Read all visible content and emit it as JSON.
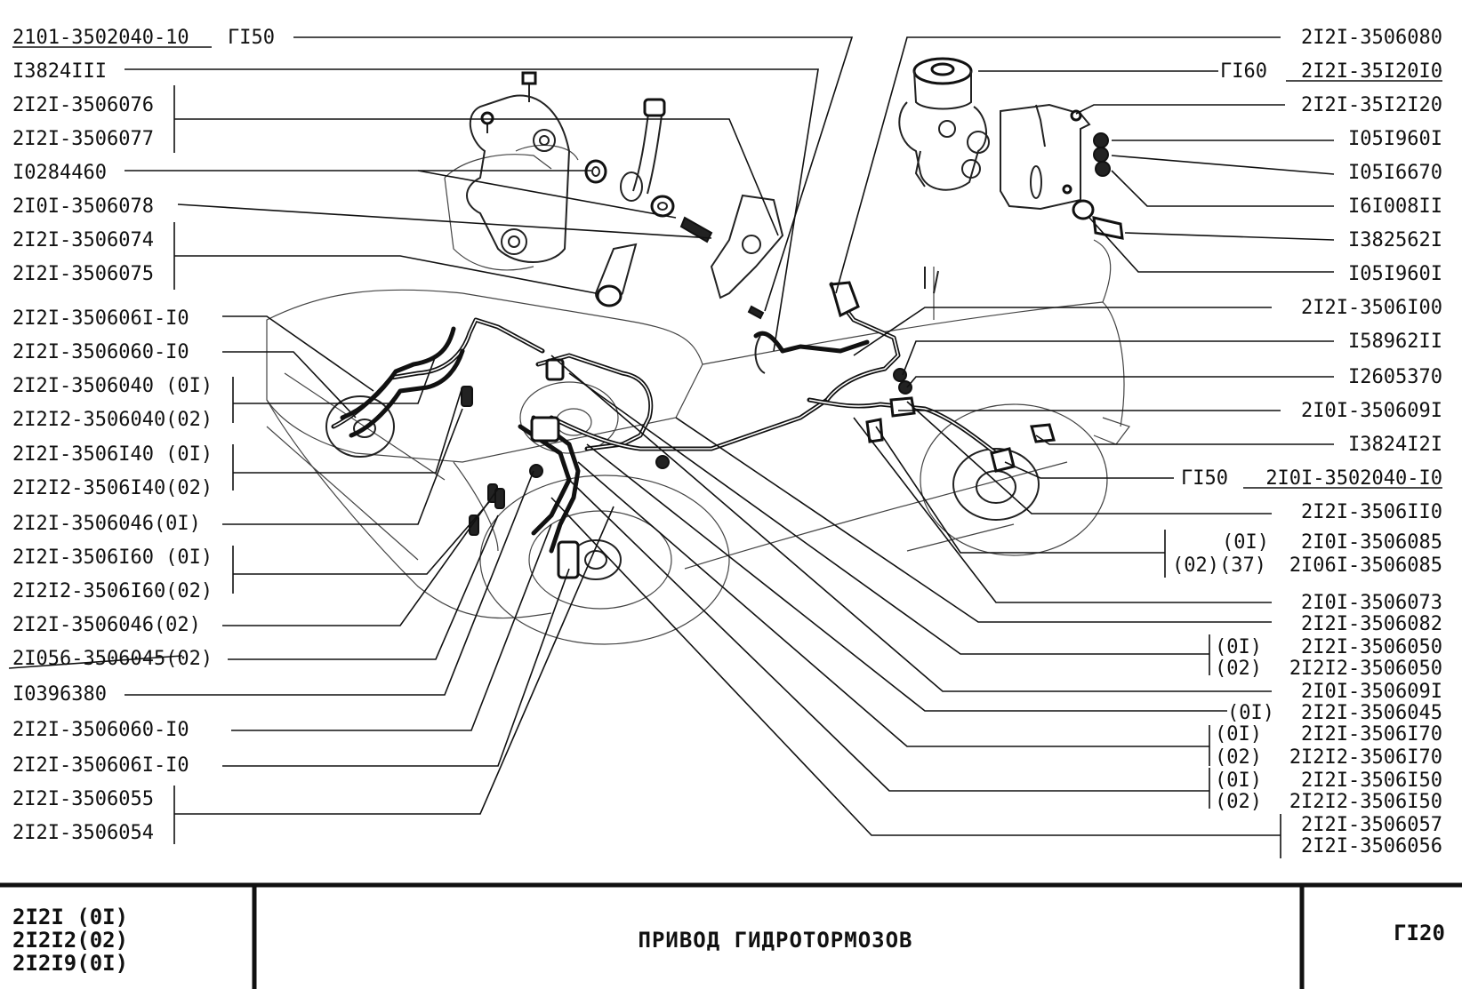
{
  "left_labels": [
    {
      "text": "2101-3502040-10",
      "extra": "ГI50"
    },
    {
      "text": "I3824III"
    },
    {
      "text": "2I2I-3506076"
    },
    {
      "text": "2I2I-3506077"
    },
    {
      "text": "I0284460"
    },
    {
      "text": "2I0I-3506078"
    },
    {
      "text": "2I2I-3506074"
    },
    {
      "text": "2I2I-3506075"
    },
    {
      "text": "2I2I-350606I-I0"
    },
    {
      "text": "2I2I-3506060-I0"
    },
    {
      "text": "2I2I-3506040 (0I)"
    },
    {
      "text": "2I2I2-3506040(02)"
    },
    {
      "text": "2I2I-3506I40 (0I)"
    },
    {
      "text": "2I2I2-3506I40(02)"
    },
    {
      "text": "2I2I-3506046(0I)"
    },
    {
      "text": "2I2I-3506I60 (0I)"
    },
    {
      "text": "2I2I2-3506I60(02)"
    },
    {
      "text": "2I2I-3506046(02)"
    },
    {
      "text": "2I056-3506045(02)"
    },
    {
      "text": "I0396380"
    },
    {
      "text": "2I2I-3506060-I0"
    },
    {
      "text": "2I2I-350606I-I0"
    },
    {
      "text": "2I2I-3506055"
    },
    {
      "text": "2I2I-3506054"
    }
  ],
  "right_labels": [
    {
      "text": "2I2I-3506080"
    },
    {
      "text": "2I2I-35I20I0",
      "extra": "ГI60"
    },
    {
      "text": "2I2I-35I2I20"
    },
    {
      "text": "I05I960I"
    },
    {
      "text": "I05I6670"
    },
    {
      "text": "I6I008II"
    },
    {
      "text": "I382562I"
    },
    {
      "text": "I05I960I"
    },
    {
      "text": "2I2I-3506I00"
    },
    {
      "text": "I58962II"
    },
    {
      "text": "I2605370"
    },
    {
      "text": "2I0I-350609I"
    },
    {
      "text": "I3824I2I"
    },
    {
      "text": "2I0I-3502040-I0",
      "extra": "ГI50"
    },
    {
      "text": "2I2I-3506II0"
    },
    {
      "text": "2I0I-3506085",
      "extra": "(0I)"
    },
    {
      "text": "2I06I-3506085",
      "extra": "(02)(37)"
    },
    {
      "text": "2I0I-3506073"
    },
    {
      "text": "2I2I-3506082"
    },
    {
      "text": "2I2I-3506050",
      "extra": "(0I)"
    },
    {
      "text": "2I2I2-3506050",
      "extra": "(02)"
    },
    {
      "text": "2I0I-350609I"
    },
    {
      "text": "2I2I-3506045",
      "extra": "(0I)"
    },
    {
      "text": "2I2I-3506I70",
      "extra": "(0I)"
    },
    {
      "text": "2I2I2-3506I70",
      "extra": "(02)"
    },
    {
      "text": "2I2I-3506I50",
      "extra": "(0I)"
    },
    {
      "text": "2I2I2-3506I50",
      "extra": "(02)"
    },
    {
      "text": "2I2I-3506057"
    },
    {
      "text": "2I2I-3506056"
    }
  ],
  "title_block": {
    "models": [
      "2I2I (0I)",
      "2I2I2(02)",
      "2I2I9(0I)"
    ],
    "title": "ПРИВОД ГИДРОТОРМОЗОВ",
    "page": "ГI20"
  }
}
